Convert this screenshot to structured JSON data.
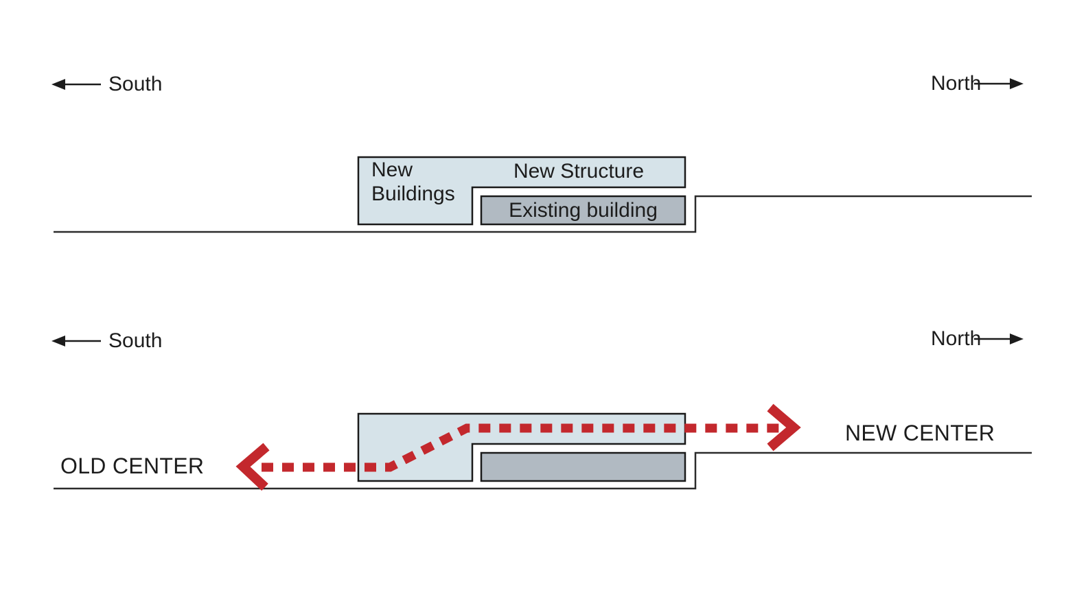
{
  "colors": {
    "background": "#ffffff",
    "ink": "#1c1c1c",
    "outline": "#1a1a1a",
    "ground_line": "#2b2b2b",
    "new_building_fill": "#d6e3e9",
    "existing_building_fill": "#b1bac2",
    "route_red": "#c3282d"
  },
  "diagram_top": {
    "south_label": "South",
    "north_label": "North",
    "new_buildings_label": "New Buildings",
    "new_structure_label": "New Structure",
    "existing_building_label": "Existing building"
  },
  "diagram_bottom": {
    "south_label": "South",
    "north_label": "North",
    "old_center_label": "OLD CENTER",
    "new_center_label": "NEW CENTER"
  },
  "icons": {
    "south_arrow": "left-arrow",
    "north_arrow": "right-arrow",
    "route_left_head": "left-chevron",
    "route_right_head": "right-chevron"
  }
}
